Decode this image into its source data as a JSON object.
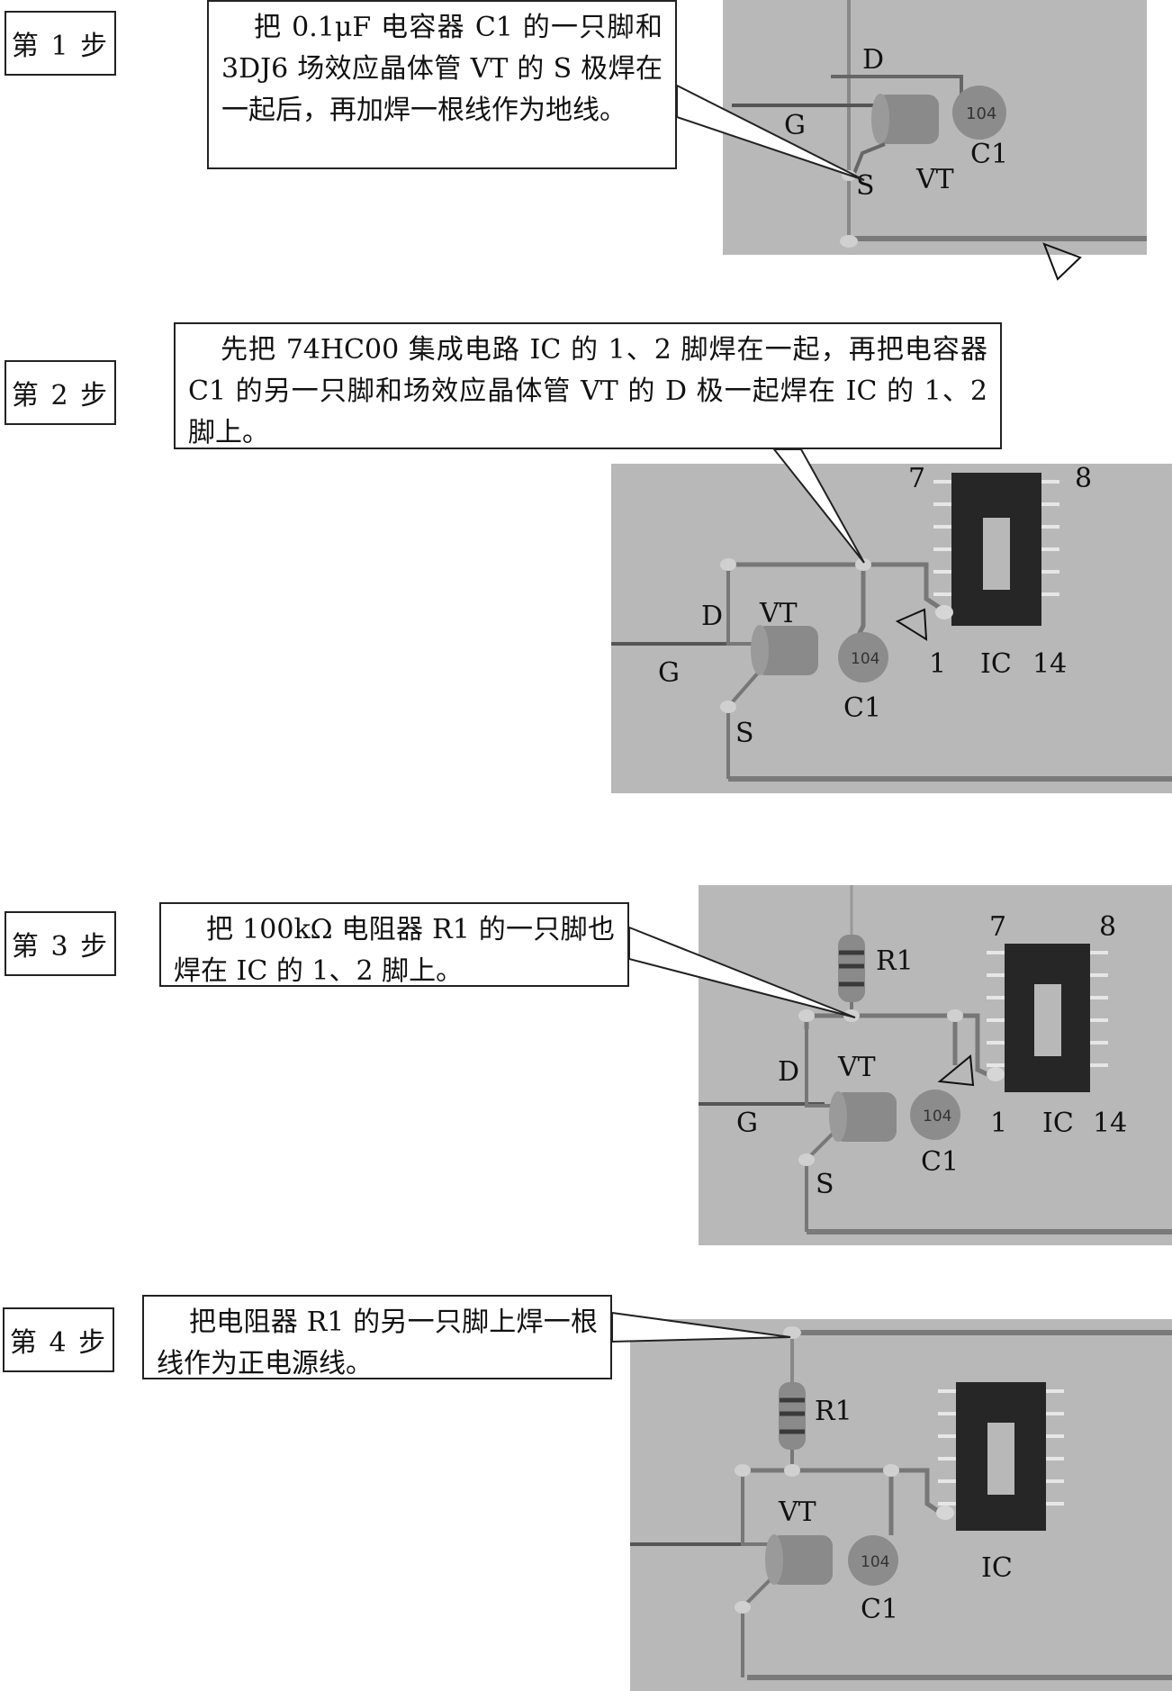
{
  "steps": [
    {
      "label": "第 1 步",
      "text": "把 0.1μF 电容器 C1 的一只脚和 3DJ6 场效应晶体管 VT 的 S 极焊在一起后，再加焊一根线作为地线。",
      "photo_labels": {
        "D": "D",
        "G": "G",
        "C1": "C1",
        "S": "S",
        "VT": "VT",
        "cap_code": "104"
      }
    },
    {
      "label": "第 2 步",
      "text": "先把 74HC00 集成电路 IC 的 1、2 脚焊在一起，再把电容器 C1 的另一只脚和场效应晶体管 VT 的 D 极一起焊在 IC 的 1、2 脚上。",
      "photo_labels": {
        "pin7": "7",
        "pin8": "8",
        "D": "D",
        "VT": "VT",
        "G": "G",
        "pin1": "1",
        "IC": "IC",
        "pin14": "14",
        "C1": "C1",
        "S": "S",
        "cap_code": "104"
      }
    },
    {
      "label": "第 3 步",
      "text": "把 100kΩ 电阻器 R1 的一只脚也焊在 IC 的 1、2 脚上。",
      "photo_labels": {
        "pin7": "7",
        "pin8": "8",
        "R1": "R1",
        "D": "D",
        "VT": "VT",
        "G": "G",
        "pin1": "1",
        "IC": "IC",
        "pin14": "14",
        "C1": "C1",
        "S": "S",
        "cap_code": "104"
      }
    },
    {
      "label": "第 4 步",
      "text": "把电阻器 R1 的另一只脚上焊一根线作为正电源线。",
      "photo_labels": {
        "R1": "R1",
        "VT": "VT",
        "IC": "IC",
        "C1": "C1",
        "cap_code": "104"
      }
    }
  ]
}
